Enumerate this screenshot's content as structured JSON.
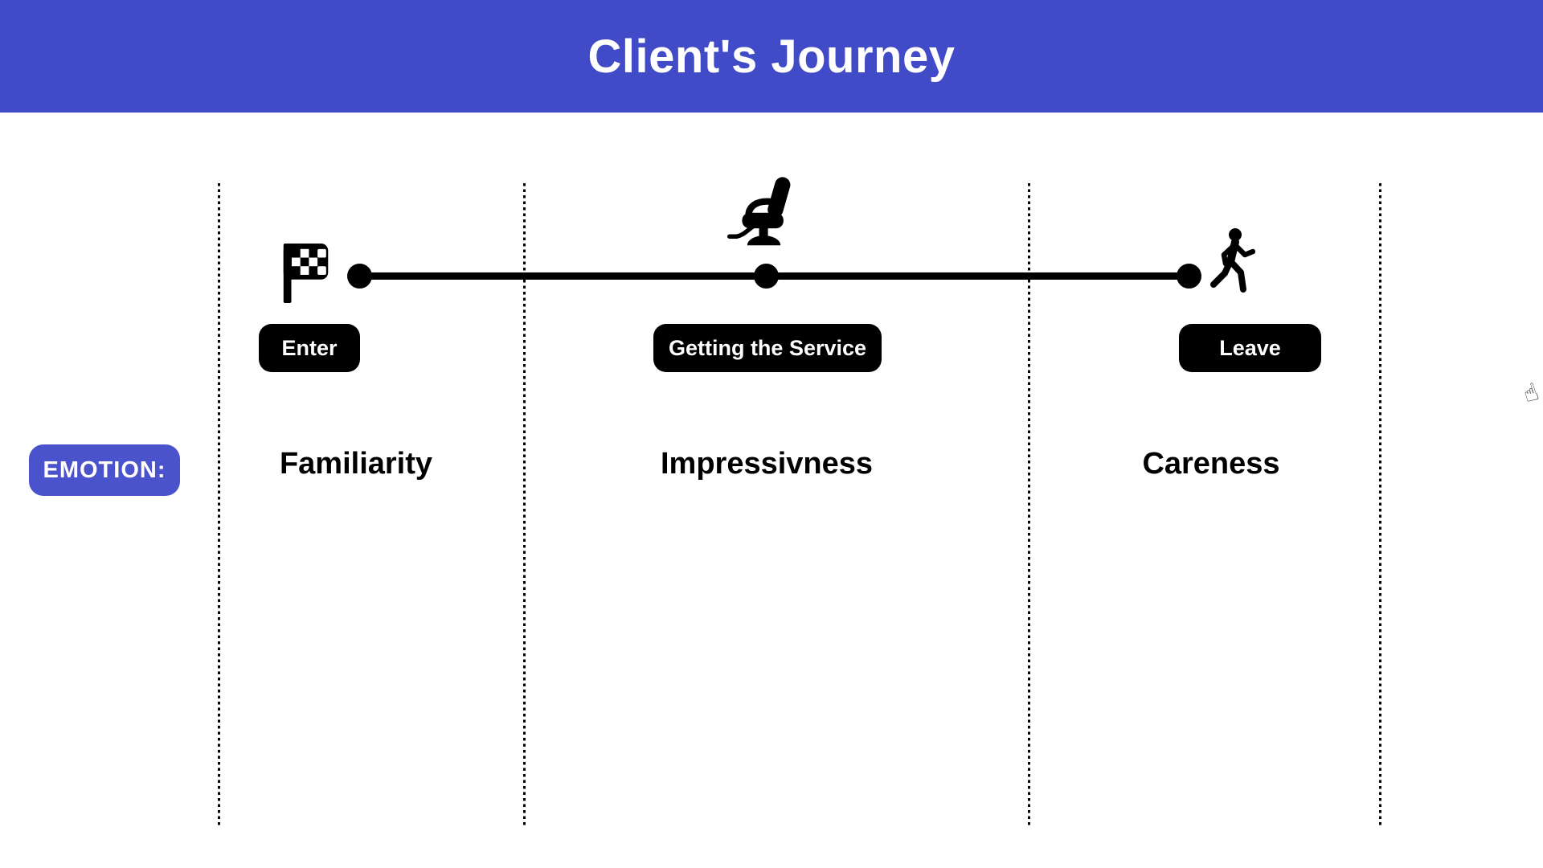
{
  "header": {
    "title": "Client's Journey",
    "background_color": "#414BC8",
    "text_color": "#FFFFFF"
  },
  "timeline": {
    "line_color": "#000000",
    "node_color": "#000000",
    "stages": [
      {
        "label": "Enter",
        "icon": "checkered-flag-icon",
        "emotion": "Familiarity"
      },
      {
        "label": "Getting the Service",
        "icon": "barber-chair-icon",
        "emotion": "Impressivness"
      },
      {
        "label": "Leave",
        "icon": "walking-person-icon",
        "emotion": "Careness"
      }
    ]
  },
  "emotion_row": {
    "label": "EMOTION:",
    "badge_color": "#4A52CC"
  },
  "cursor_icon": "hand-pointer-cursor",
  "cursor_glyph": "☝"
}
